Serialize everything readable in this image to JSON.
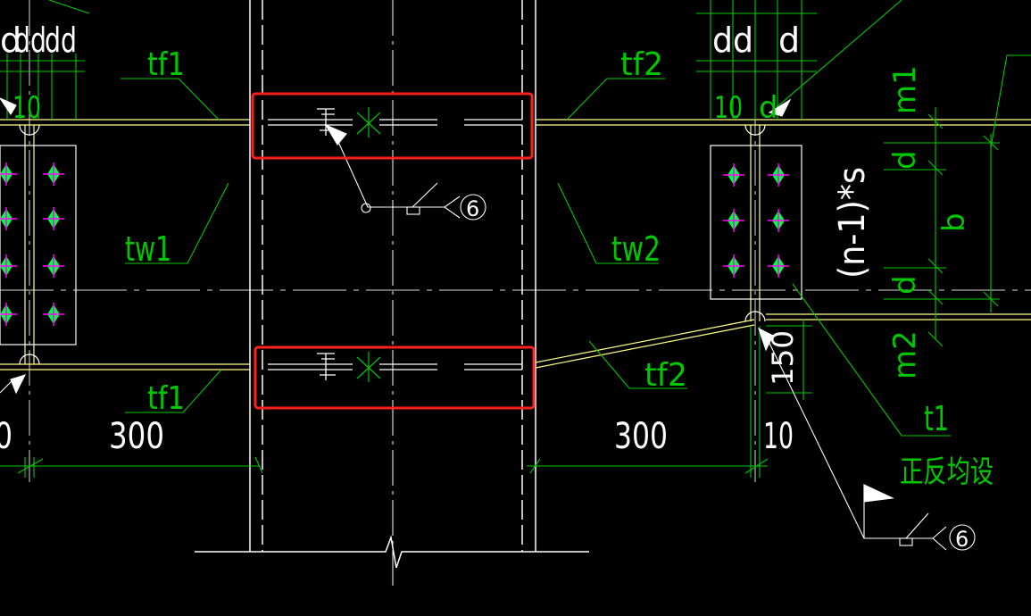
{
  "labels": {
    "tf1": "tf1",
    "tf2": "tf2",
    "tw1": "tw1",
    "tw2": "tw2",
    "t1": "t1",
    "m1": "m1",
    "m2": "m2",
    "d": "d",
    "dd": "dd",
    "b": "b",
    "ns_formula": "(n-1)*s",
    "dim_300": "300",
    "dim_10": "10",
    "dim_150": "150",
    "dim_0": "0",
    "weld_number": "6",
    "both_sides_note": "正反均设"
  },
  "colors": {
    "background": "#000000",
    "line_white": "#ffffff",
    "line_green": "#00c800",
    "line_yellow": "#ffff80",
    "highlight_red": "#ff2020",
    "bolt_magenta": "#ff00ff",
    "bolt_fill": "#00ff40"
  },
  "highlights": [
    "upper-flange-splice-highlight",
    "lower-flange-splice-highlight"
  ]
}
